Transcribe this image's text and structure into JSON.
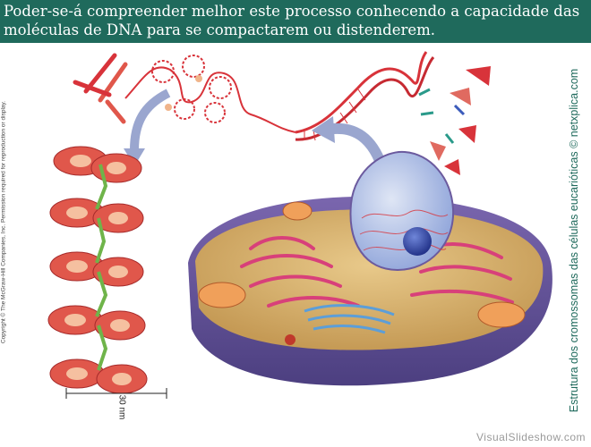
{
  "caption": "Poder-se-á compreender melhor este processo conhecendo a capacidade das moléculas de DNA para se compactarem ou distenderem.",
  "side_title": "Estrutura dos cromossomas das células eucarióticas © netxplica.com",
  "copyright": "Copyright © The McGraw-Hill Companies, Inc. Permission required for reproduction or display.",
  "scale_label": "30 nm",
  "watermark": "VisualSlideshow.com",
  "colors": {
    "banner": "#1f6a5c",
    "side_title": "#1f6a5c",
    "chromatin_red": "#d8333a",
    "linker_green": "#6fb44a",
    "cell_purple": "#6b5a9e",
    "nucleus_blue": "#8aa0d8"
  }
}
